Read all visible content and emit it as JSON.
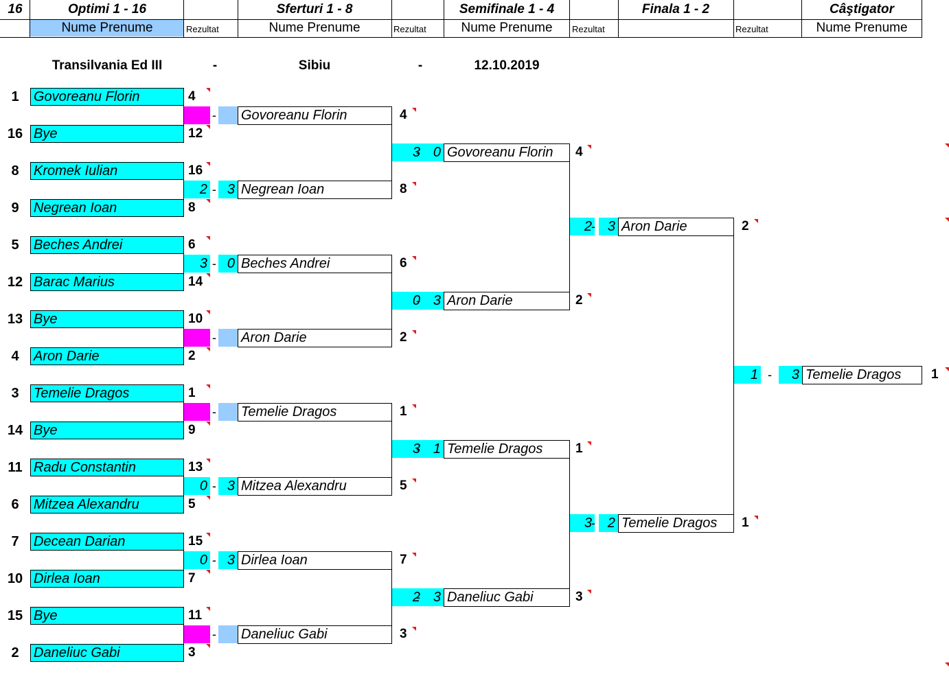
{
  "header": {
    "count": "16",
    "round1": "Optimi 1 - 16",
    "round2": "Sferturi 1 - 8",
    "round3": "Semifinale 1 - 4",
    "round4": "Finala 1 - 2",
    "winner": "Câştigator",
    "name_label": "Nume Prenume",
    "result_label": "Rezultat"
  },
  "event": {
    "name": "Transilvania Ed III",
    "sep1": "-",
    "city": "Sibiu",
    "sep2": "-",
    "date": "12.10.2019"
  },
  "round1": [
    {
      "seed": "1",
      "name": "Govoreanu Florin",
      "rank": "4"
    },
    {
      "seed": "16",
      "name": "Bye",
      "rank": "12"
    },
    {
      "seed": "8",
      "name": "Kromek Iulian",
      "rank": "16"
    },
    {
      "seed": "9",
      "name": "Negrean Ioan",
      "rank": "8"
    },
    {
      "seed": "5",
      "name": "Beches Andrei",
      "rank": "6"
    },
    {
      "seed": "12",
      "name": "Barac Marius",
      "rank": "14"
    },
    {
      "seed": "13",
      "name": "Bye",
      "rank": "10"
    },
    {
      "seed": "4",
      "name": "Aron Darie",
      "rank": "2"
    },
    {
      "seed": "3",
      "name": "Temelie Dragos",
      "rank": "1"
    },
    {
      "seed": "14",
      "name": "Bye",
      "rank": "9"
    },
    {
      "seed": "11",
      "name": "Radu Constantin",
      "rank": "13"
    },
    {
      "seed": "6",
      "name": "Mitzea Alexandru",
      "rank": "5"
    },
    {
      "seed": "7",
      "name": "Decean Darian",
      "rank": "15"
    },
    {
      "seed": "10",
      "name": "Dirlea Ioan",
      "rank": "7"
    },
    {
      "seed": "15",
      "name": "Bye",
      "rank": "11"
    },
    {
      "seed": "2",
      "name": "Daneliuc Gabi",
      "rank": "3"
    }
  ],
  "round2": [
    {
      "s1": "",
      "sep": "-",
      "s2": "",
      "name": "Govoreanu Florin",
      "rank": "4",
      "bye": true
    },
    {
      "s1": "2",
      "sep": "-",
      "s2": "3",
      "name": "Negrean Ioan",
      "rank": "8",
      "bye": false
    },
    {
      "s1": "3",
      "sep": "-",
      "s2": "0",
      "name": "Beches Andrei",
      "rank": "6",
      "bye": false
    },
    {
      "s1": "",
      "sep": "-",
      "s2": "",
      "name": "Aron Darie",
      "rank": "2",
      "bye": true
    },
    {
      "s1": "",
      "sep": "-",
      "s2": "",
      "name": "Temelie Dragos",
      "rank": "1",
      "bye": true
    },
    {
      "s1": "0",
      "sep": "-",
      "s2": "3",
      "name": "Mitzea Alexandru",
      "rank": "5",
      "bye": false
    },
    {
      "s1": "0",
      "sep": "-",
      "s2": "3",
      "name": "Dirlea Ioan",
      "rank": "7",
      "bye": false
    },
    {
      "s1": "",
      "sep": "-",
      "s2": "",
      "name": "Daneliuc Gabi",
      "rank": "3",
      "bye": true
    }
  ],
  "round3": [
    {
      "s1": "3",
      "sep": "-",
      "s2": "0",
      "name": "Govoreanu Florin",
      "rank": "4"
    },
    {
      "s1": "0",
      "sep": "-",
      "s2": "3",
      "name": "Aron Darie",
      "rank": "2"
    },
    {
      "s1": "3",
      "sep": "-",
      "s2": "1",
      "name": "Temelie Dragos",
      "rank": "1"
    },
    {
      "s1": "2",
      "sep": "-",
      "s2": "3",
      "name": "Daneliuc Gabi",
      "rank": "3"
    }
  ],
  "round4": [
    {
      "s1": "2",
      "sep": "-",
      "s2": "3",
      "name": "Aron Darie",
      "rank": "2"
    },
    {
      "s1": "3",
      "sep": "-",
      "s2": "2",
      "name": "Temelie Dragos",
      "rank": "1"
    }
  ],
  "final": {
    "s1": "1",
    "sep": "-",
    "s2": "3",
    "name": "Temelie Dragos",
    "rank": "1"
  }
}
